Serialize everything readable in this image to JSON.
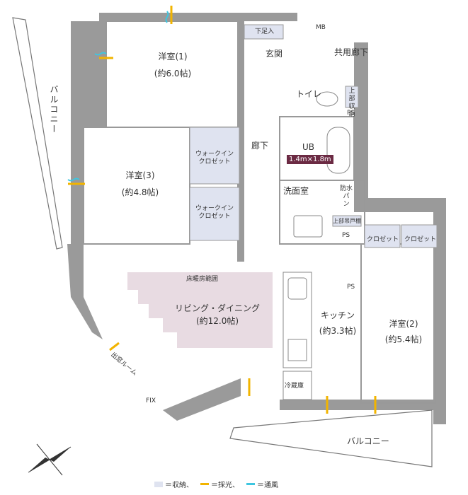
{
  "rooms": {
    "western1": {
      "name": "洋室(1)",
      "size": "(約6.0帖)"
    },
    "western2": {
      "name": "洋室(2)",
      "size": "(約5.4帖)"
    },
    "western3": {
      "name": "洋室(3)",
      "size": "(約4.8帖)"
    },
    "ldk": {
      "name": "リビング・ダイニング",
      "size": "(約12.0帖)"
    },
    "kitchen": {
      "name": "キッチン",
      "size": "(約3.3帖)"
    },
    "entrance": "玄関",
    "shoebox": "下足入",
    "mb": "MB",
    "common_corridor": "共用廊下",
    "toilet": "トイレ",
    "upper_storage": "上部収納",
    "ps": "PS",
    "ub": "UB",
    "ub_size": "1.4m×1.8m",
    "washroom": "洗面室",
    "waterproof_pan": "防水パン",
    "upper_shelf": "上部吊戸棚",
    "corridor": "廊下",
    "walkin": "ウォークイン\nクロゼット",
    "closet": "クロゼット",
    "floor_heating": "床暖房範囲",
    "fridge": "冷蔵庫",
    "fix": "FIX",
    "balcony_left": "バルコニー",
    "balcony_bottom": "バルコニー",
    "bay_window": "出窓ルーム"
  },
  "legend": {
    "storage": "＝収納、",
    "light": "＝採光、",
    "wind": "＝通風"
  },
  "colors": {
    "storage": "#dfe3f0",
    "floor_heating": "#e8dbe2",
    "light": "#f2b400",
    "wind": "#3ec6e0",
    "wall": "#9a9a9a"
  }
}
